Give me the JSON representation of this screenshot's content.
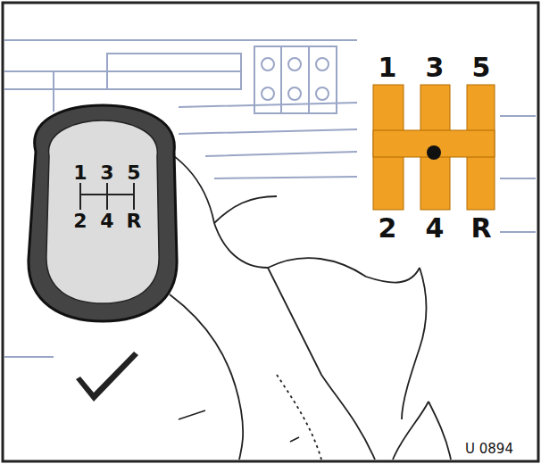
{
  "diagram": {
    "labels": [
      "1",
      "3",
      "5",
      "2",
      "4",
      "R",
      "1",
      "3",
      "5",
      "2",
      "4",
      "R",
      "U 0894"
    ]
  }
}
